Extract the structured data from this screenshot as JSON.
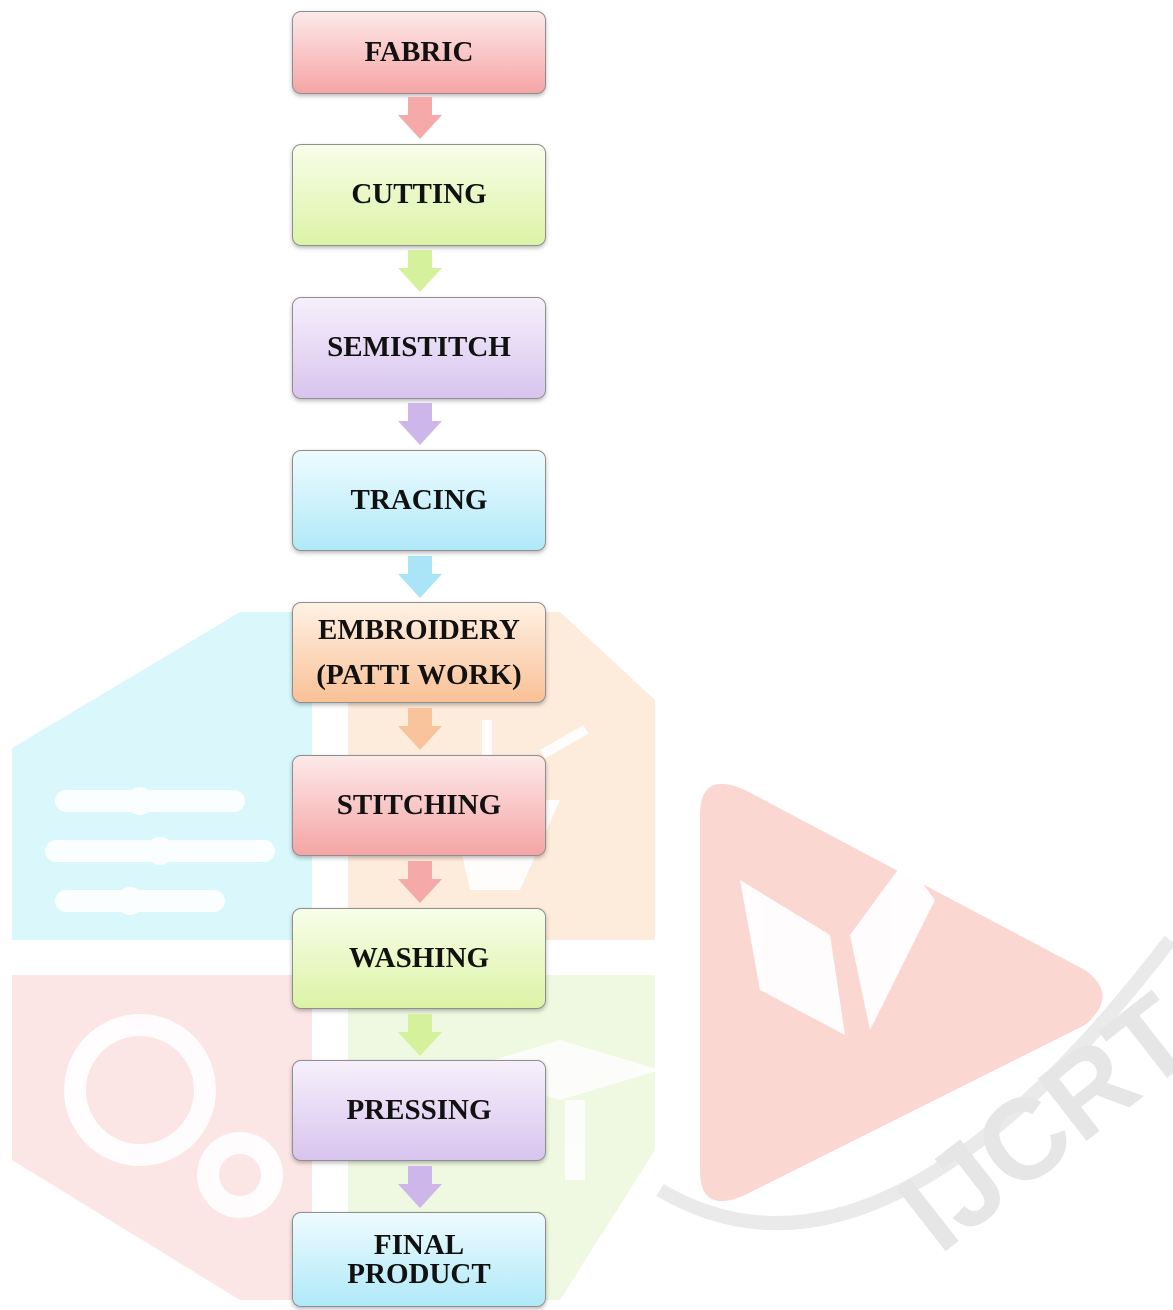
{
  "flow": {
    "steps": [
      {
        "label": "FABRIC",
        "color": "red"
      },
      {
        "label": "CUTTING",
        "color": "green"
      },
      {
        "label": "SEMISTITCH",
        "color": "purple"
      },
      {
        "label": "TRACING",
        "color": "blue"
      },
      {
        "label": "EMBROIDERY\n(PATTI WORK)",
        "color": "orange"
      },
      {
        "label": "STITCHING",
        "color": "red"
      },
      {
        "label": "WASHING",
        "color": "green"
      },
      {
        "label": "PRESSING",
        "color": "purple"
      },
      {
        "label": "FINAL\nPRODUCT",
        "color": "blue"
      }
    ],
    "arrow_colors": [
      "#f6a9a9",
      "#d5f19c",
      "#cdb7ea",
      "#a9e4f7",
      "#f9c49c",
      "#f6a9a9",
      "#d5f19c",
      "#cdb7ea"
    ]
  },
  "watermark": {
    "text": "IJCRT",
    "colors": {
      "cyan": "#c9f5fb",
      "orange": "#fde3d0",
      "red": "#fbdcdc",
      "green": "#e9f6d6",
      "play": "#f9c7be"
    }
  }
}
